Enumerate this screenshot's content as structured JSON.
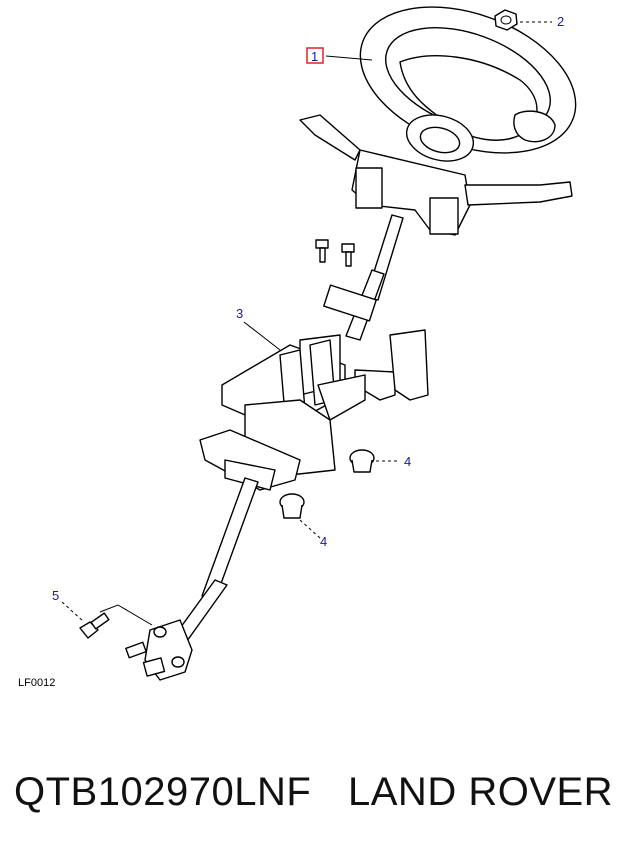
{
  "diagram": {
    "figure_ref": "LF0012",
    "callouts": [
      {
        "id": "c1",
        "label": "1",
        "highlighted": true
      },
      {
        "id": "c2",
        "label": "2",
        "highlighted": false
      },
      {
        "id": "c3",
        "label": "3",
        "highlighted": false
      },
      {
        "id": "c4a",
        "label": "4",
        "highlighted": false
      },
      {
        "id": "c4b",
        "label": "4",
        "highlighted": false
      },
      {
        "id": "c5",
        "label": "5",
        "highlighted": false
      }
    ],
    "colors": {
      "callout_text": "#1a1aa0",
      "highlight_box": "#e0202a",
      "line": "#000000"
    }
  },
  "caption": {
    "part_number": "QTB102970LNF",
    "brand": "LAND ROVER"
  }
}
